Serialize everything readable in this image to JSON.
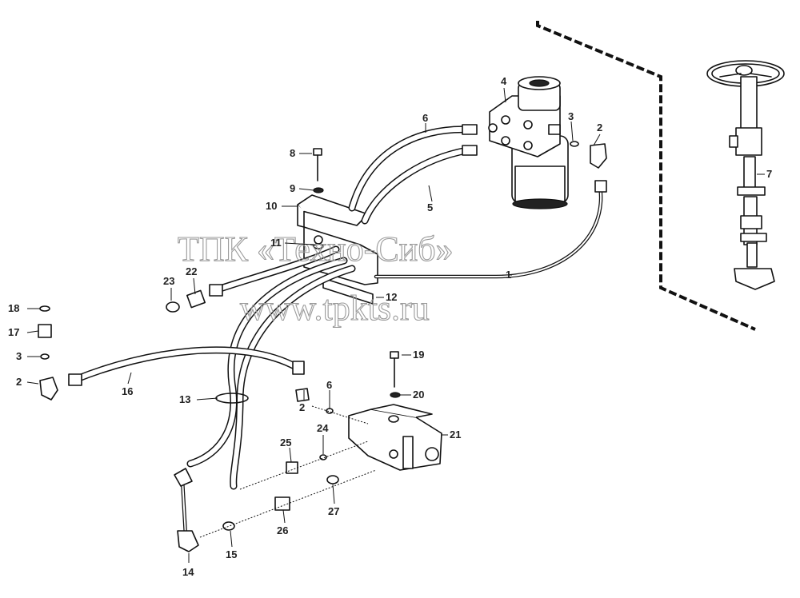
{
  "watermark": {
    "line1": "ТПК «Техно-Сиб»",
    "line2": "www.tpkts.ru"
  },
  "callouts": [
    {
      "id": "c1",
      "text": "1"
    },
    {
      "id": "c2a",
      "text": "2"
    },
    {
      "id": "c2b",
      "text": "2"
    },
    {
      "id": "c2c",
      "text": "2"
    },
    {
      "id": "c3a",
      "text": "3"
    },
    {
      "id": "c3b",
      "text": "3"
    },
    {
      "id": "c4",
      "text": "4"
    },
    {
      "id": "c5",
      "text": "5"
    },
    {
      "id": "c6a",
      "text": "6"
    },
    {
      "id": "c6b",
      "text": "6"
    },
    {
      "id": "c7",
      "text": "7"
    },
    {
      "id": "c8",
      "text": "8"
    },
    {
      "id": "c9",
      "text": "9"
    },
    {
      "id": "c10",
      "text": "10"
    },
    {
      "id": "c11",
      "text": "11"
    },
    {
      "id": "c12",
      "text": "12"
    },
    {
      "id": "c13",
      "text": "13"
    },
    {
      "id": "c14",
      "text": "14"
    },
    {
      "id": "c15",
      "text": "15"
    },
    {
      "id": "c16",
      "text": "16"
    },
    {
      "id": "c17",
      "text": "17"
    },
    {
      "id": "c18",
      "text": "18"
    },
    {
      "id": "c19",
      "text": "19"
    },
    {
      "id": "c20",
      "text": "20"
    },
    {
      "id": "c21",
      "text": "21"
    },
    {
      "id": "c22",
      "text": "22"
    },
    {
      "id": "c23",
      "text": "23"
    },
    {
      "id": "c24",
      "text": "24"
    },
    {
      "id": "c25",
      "text": "25"
    },
    {
      "id": "c26",
      "text": "26"
    },
    {
      "id": "c27",
      "text": "27"
    }
  ]
}
